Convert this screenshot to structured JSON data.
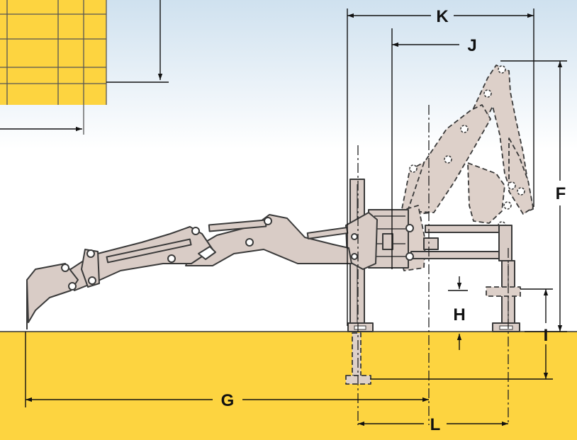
{
  "labels": {
    "F": "F",
    "G": "G",
    "H": "H",
    "I": "I",
    "J": "J",
    "K": "K",
    "L": "L"
  },
  "colors": {
    "ground": "#fdd440",
    "sky_top": "#cfe1ef",
    "sky_bottom": "#ffffff",
    "part": "#d9ccc6",
    "outline": "#3a3a3a"
  }
}
